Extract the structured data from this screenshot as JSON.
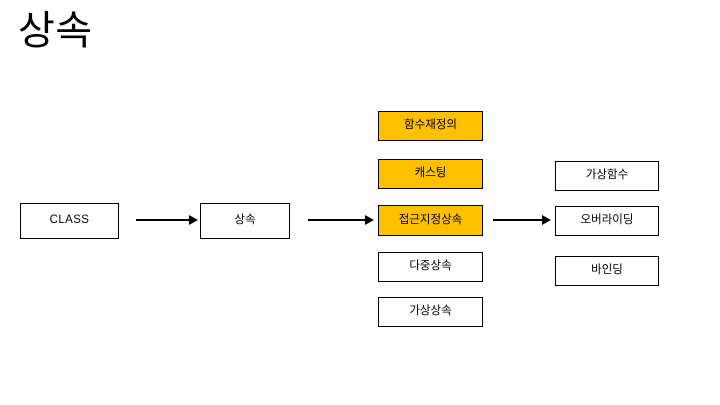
{
  "slide": {
    "title": "상속",
    "background_color": "#FFFFFF",
    "text_color": "#000000",
    "highlight_color": "#FFC000",
    "border_color": "#000000"
  },
  "diagram": {
    "type": "flowchart",
    "direction": "left-to-right",
    "columns": [
      {
        "name": "column-1",
        "nodes": [
          {
            "id": "class",
            "label": "CLASS",
            "style": "plain",
            "script": "latin"
          }
        ]
      },
      {
        "name": "column-2",
        "nodes": [
          {
            "id": "inheritance",
            "label": "상속",
            "style": "plain",
            "script": "hangul"
          }
        ]
      },
      {
        "name": "column-3",
        "nodes": [
          {
            "id": "function-redefinition",
            "label": "함수재정의",
            "style": "highlight",
            "script": "hangul"
          },
          {
            "id": "casting",
            "label": "캐스팅",
            "style": "highlight",
            "script": "hangul"
          },
          {
            "id": "access-specifier-inheritance",
            "label": "접근지정상속",
            "style": "highlight",
            "script": "hangul"
          },
          {
            "id": "multiple-inheritance",
            "label": "다중상속",
            "style": "plain",
            "script": "hangul"
          },
          {
            "id": "virtual-inheritance",
            "label": "가상상속",
            "style": "plain",
            "script": "hangul"
          }
        ]
      },
      {
        "name": "column-4",
        "nodes": [
          {
            "id": "virtual-function",
            "label": "가상함수",
            "style": "plain",
            "script": "hangul"
          },
          {
            "id": "overriding",
            "label": "오버라이딩",
            "style": "plain",
            "script": "hangul"
          },
          {
            "id": "binding",
            "label": "바인딩",
            "style": "plain",
            "script": "hangul"
          }
        ]
      }
    ],
    "arrows": [
      {
        "id": "arrow-class-to-inheritance",
        "from": "class",
        "to": "inheritance",
        "icon": "arrow-right-icon"
      },
      {
        "id": "arrow-inheritance-to-access",
        "from": "inheritance",
        "to": "access-specifier-inheritance",
        "icon": "arrow-right-icon"
      },
      {
        "id": "arrow-access-to-overriding",
        "from": "access-specifier-inheritance",
        "to": "overriding",
        "icon": "arrow-right-icon"
      }
    ]
  }
}
